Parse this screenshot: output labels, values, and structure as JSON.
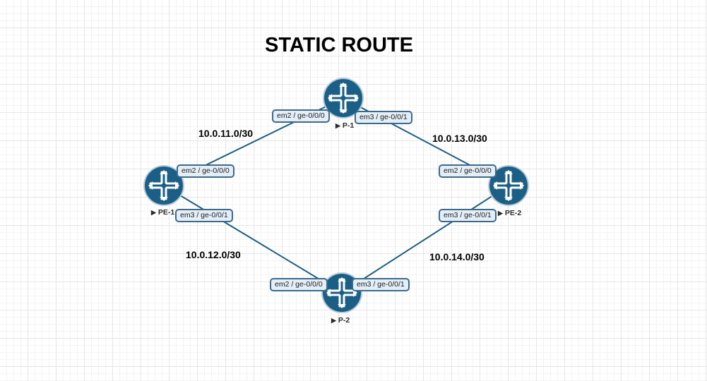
{
  "title": "STATIC ROUTE",
  "colors": {
    "router": "#1c5f86",
    "link": "#1c5f86",
    "iface_bg": "#e4eef7",
    "iface_border": "#3d6a8c"
  },
  "routers": {
    "p1": {
      "name": "P-1",
      "icon": "router-icon"
    },
    "pe1": {
      "name": "PE-1",
      "icon": "router-icon"
    },
    "pe2": {
      "name": "PE-2",
      "icon": "router-icon"
    },
    "p2": {
      "name": "P-2",
      "icon": "router-icon"
    }
  },
  "subnets": {
    "pe1_p1": "10.0.11.0/30",
    "p1_pe2": "10.0.13.0/30",
    "pe1_p2": "10.0.12.0/30",
    "p2_pe2": "10.0.14.0/30"
  },
  "interfaces": {
    "p1_em2": "em2 / ge-0/0/0",
    "p1_em3": "em3 / ge-0/0/1",
    "pe1_em2": "em2 / ge-0/0/0",
    "pe1_em3": "em3 / ge-0/0/1",
    "pe2_em2": "em2 / ge-0/0/0",
    "pe2_em3": "em3 / ge-0/0/1",
    "p2_em2": "em2 / ge-0/0/0",
    "p2_em3": "em3 / ge-0/0/1"
  }
}
